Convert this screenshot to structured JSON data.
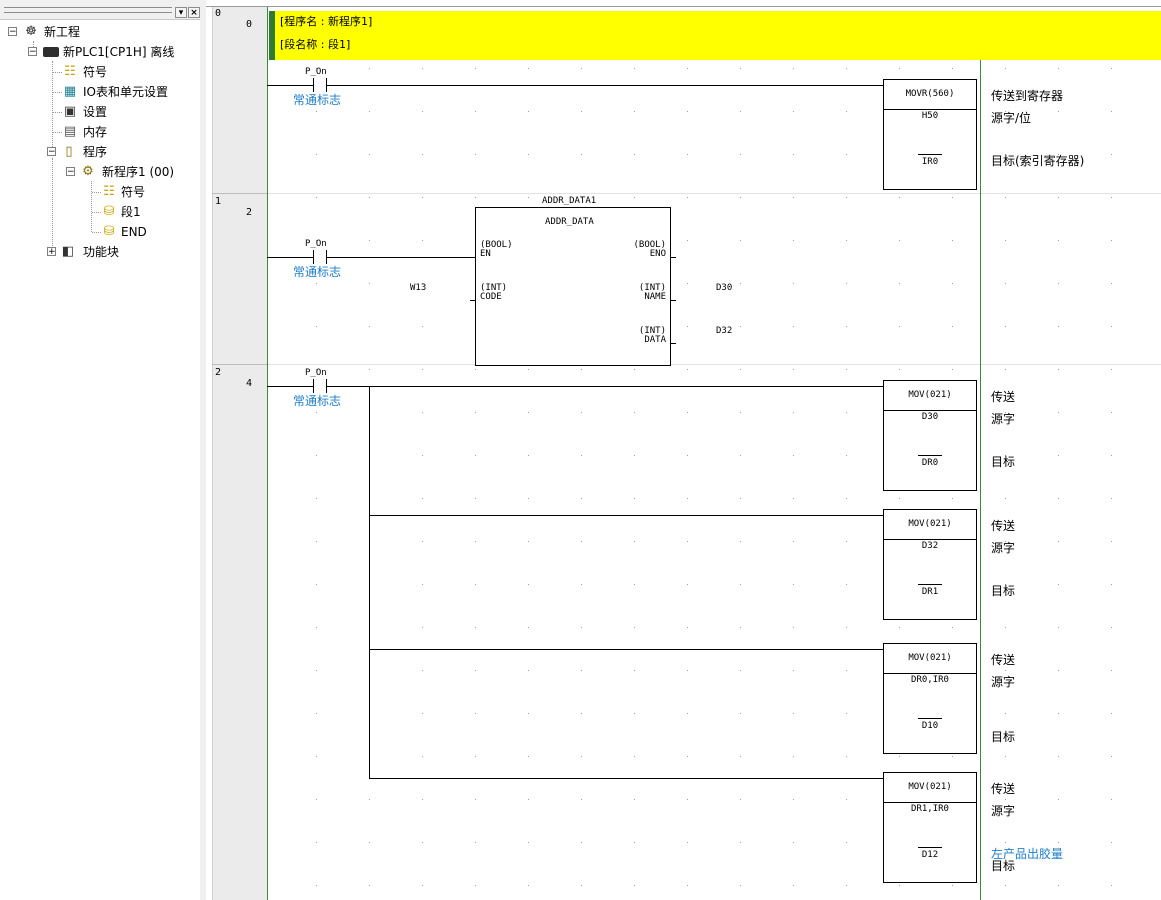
{
  "tree": {
    "items": [
      {
        "label": "新工程",
        "icon": "project-network-icon",
        "expander": "−"
      },
      {
        "label": "新PLC1[CP1H] 离线",
        "icon": "plc-icon",
        "expander": "−"
      },
      {
        "label": "符号",
        "icon": "symbols-icon"
      },
      {
        "label": "IO表和单元设置",
        "icon": "io-table-icon"
      },
      {
        "label": "设置",
        "icon": "settings-icon"
      },
      {
        "label": "内存",
        "icon": "memory-icon"
      },
      {
        "label": "程序",
        "icon": "programs-icon",
        "expander": "−"
      },
      {
        "label": "新程序1 (00)",
        "icon": "program-icon",
        "expander": "−"
      },
      {
        "label": "符号",
        "icon": "symbols-icon"
      },
      {
        "label": "段1",
        "icon": "section-icon"
      },
      {
        "label": "END",
        "icon": "section-end-icon"
      },
      {
        "label": "功能块",
        "icon": "function-block-icon",
        "expander": "+"
      }
    ],
    "dropdown_glyph": "▾",
    "close_glyph": "×"
  },
  "comments": {
    "program_name": "[程序名 : 新程序1]",
    "section_name": "[段名称 : 段1]"
  },
  "rungs": [
    {
      "rung": "0",
      "step": "0"
    },
    {
      "rung": "1",
      "step": "2"
    },
    {
      "rung": "2",
      "step": "4"
    }
  ],
  "contacts": [
    {
      "name": "P_On",
      "comment": "常通标志"
    },
    {
      "name": "P_On",
      "comment": "常通标志"
    },
    {
      "name": "P_On",
      "comment": "常通标志"
    }
  ],
  "instructions": [
    {
      "mnemonic": "MOVR(560)",
      "op1": "H50",
      "op2": "IR0",
      "desc": "传送到寄存器",
      "op1_desc": "源字/位",
      "op2_desc": "目标(索引寄存器)"
    },
    {
      "mnemonic": "MOV(021)",
      "op1": "D30",
      "op2": "DR0",
      "desc": "传送",
      "op1_desc": "源字",
      "op2_desc": "目标"
    },
    {
      "mnemonic": "MOV(021)",
      "op1": "D32",
      "op2": "DR1",
      "desc": "传送",
      "op1_desc": "源字",
      "op2_desc": "目标"
    },
    {
      "mnemonic": "MOV(021)",
      "op1": "DR0,IR0",
      "op2": "D10",
      "desc": "传送",
      "op1_desc": "源字",
      "op2_desc": "目标"
    },
    {
      "mnemonic": "MOV(021)",
      "op1": "DR1,IR0",
      "op2": "D12",
      "desc": "传送",
      "op1_desc": "源字",
      "op2_desc": "目标",
      "op2_comment": "左产品出胶量"
    }
  ],
  "function_block": {
    "instance": "ADDR_DATA1",
    "type": "ADDR_DATA",
    "in_en_type": "(BOOL)",
    "in_en": "EN",
    "out_eno_type": "(BOOL)",
    "out_eno": "ENO",
    "in_code_type": "(INT)",
    "in_code": "CODE",
    "in_code_value": "W13",
    "out_name_type": "(INT)",
    "out_name": "NAME",
    "out_name_value": "D30",
    "out_data_type": "(INT)",
    "out_data": "DATA",
    "out_data_value": "D32"
  }
}
